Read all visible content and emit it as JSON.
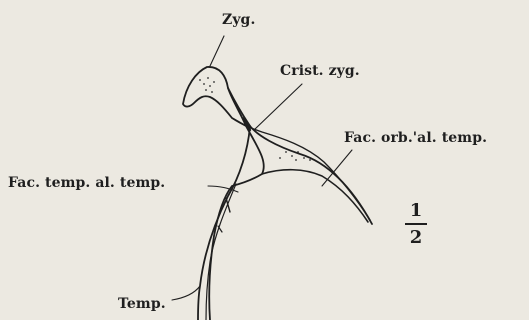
{
  "labels": {
    "zyg": "Zyg.",
    "crist_zyg": "Crist. zyg.",
    "fac_orb": "Fac. orb.'al. temp.",
    "fac_temp": "Fac. temp. al. temp.",
    "temp": "Temp."
  },
  "scale": {
    "numerator": "1",
    "denominator": "2"
  }
}
